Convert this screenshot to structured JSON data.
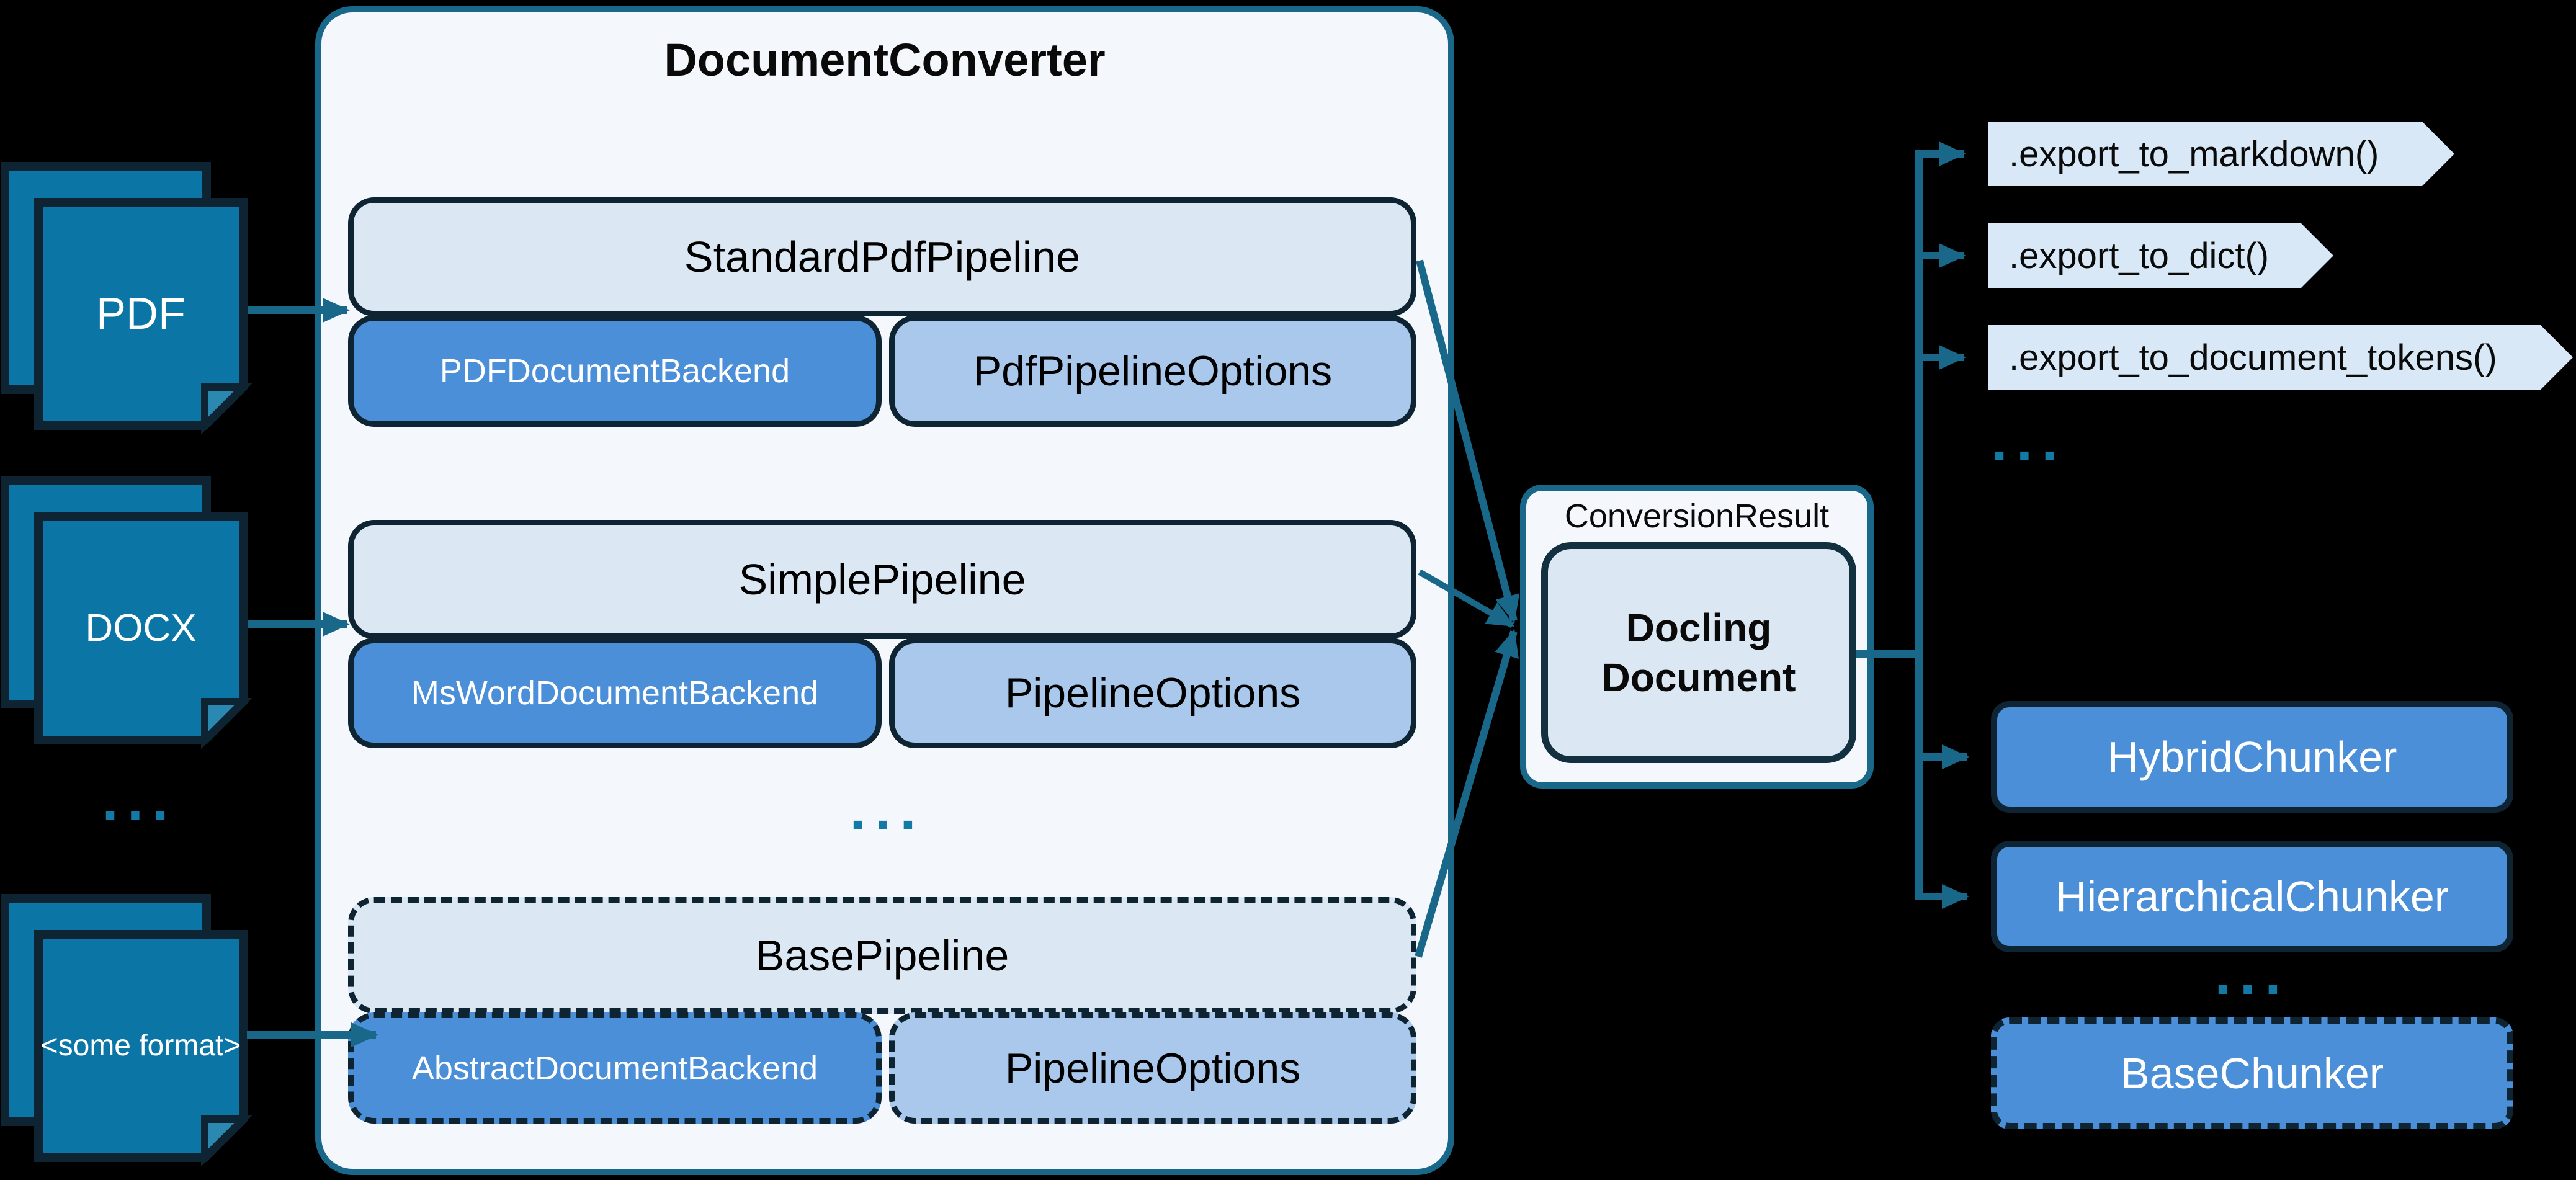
{
  "colors": {
    "background": "#000000",
    "accent_teal": "#19688a",
    "dark_outline": "#0e2433",
    "doc_icon_fill": "#0b76a6",
    "panel_fill": "#f4f8fd",
    "header_fill": "#dbe7f3",
    "backend_fill": "#4b8fd8",
    "options_fill": "#a9c8ec",
    "tag_fill": "#d9e8f6",
    "dots_color": "#137aa5"
  },
  "inputs": {
    "items": [
      "PDF",
      "DOCX",
      "<some format>"
    ],
    "ellipsis": "..."
  },
  "converter": {
    "title": "DocumentConverter",
    "ellipsis": "...",
    "pipelines": [
      {
        "name": "StandardPdfPipeline",
        "backend": "PDFDocumentBackend",
        "options": "PdfPipelineOptions"
      },
      {
        "name": "SimplePipeline",
        "backend": "MsWordDocumentBackend",
        "options": "PipelineOptions"
      },
      {
        "name": "BasePipeline",
        "backend": "AbstractDocumentBackend",
        "options": "PipelineOptions"
      }
    ]
  },
  "result": {
    "label": "ConversionResult",
    "document": "Docling Document"
  },
  "exports": {
    "methods": [
      ".export_to_markdown()",
      ".export_to_dict()",
      ".export_to_document_tokens()"
    ],
    "ellipsis": "..."
  },
  "chunkers": {
    "items": [
      "HybridChunker",
      "HierarchicalChunker"
    ],
    "ellipsis": "...",
    "base": "BaseChunker"
  }
}
